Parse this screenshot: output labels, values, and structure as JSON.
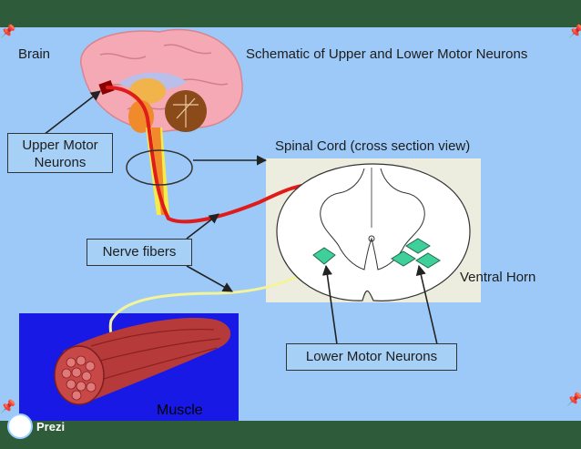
{
  "labels": {
    "brain": "Brain",
    "title": "Schematic of Upper and Lower Motor Neurons",
    "upper_motor_line1": "Upper Motor",
    "upper_motor_line2": "Neurons",
    "spinal_cord": "Spinal Cord (cross section view)",
    "nerve_fibers": "Nerve fibers",
    "ventral_horn": "Ventral Horn",
    "lower_motor": "Lower Motor Neurons",
    "muscle": "Muscle"
  },
  "branding": {
    "name": "Prezi"
  },
  "colors": {
    "slide_bg": "#9cc9f7",
    "frame": "#2e5b39",
    "nerve_red": "#e01b1b",
    "nerve_yellow": "#f3f39a",
    "neuron_green": "#3fcf9a",
    "muscle_bg": "#1919e6",
    "muscle": "#b73a3a"
  },
  "icons": [
    "pushpin-icon",
    "prezi-logo-icon"
  ]
}
